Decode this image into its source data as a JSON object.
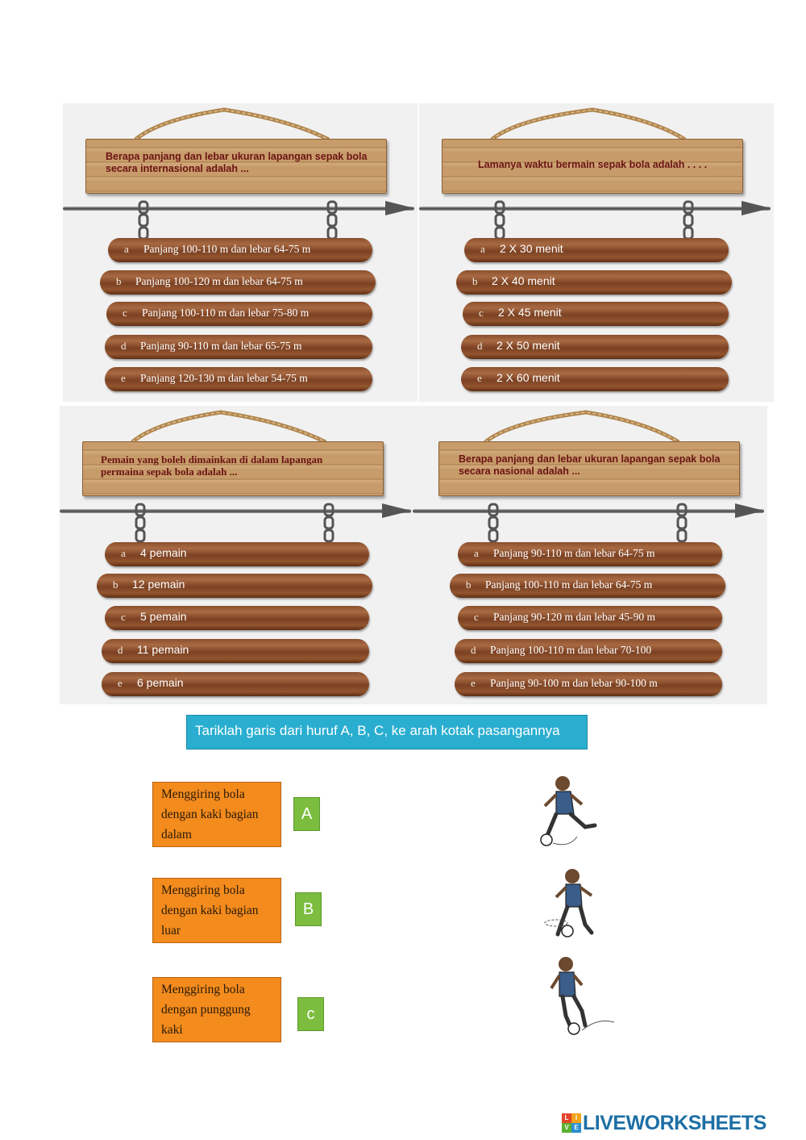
{
  "quizzes": [
    {
      "question": "Berapa panjang dan lebar ukuran lapangan sepak bola secara internasional adalah ...",
      "options": [
        {
          "letter": "a",
          "text": "Panjang 100-110 m dan lebar 64-75 m"
        },
        {
          "letter": "b",
          "text": "Panjang 100-120 m dan lebar 64-75 m"
        },
        {
          "letter": "c",
          "text": "Panjang 100-110 m dan lebar 75-80 m"
        },
        {
          "letter": "d",
          "text": "Panjang 90-110 m dan lebar 65-75 m"
        },
        {
          "letter": "e",
          "text": "Panjang 120-130 m dan lebar 54-75 m"
        }
      ]
    },
    {
      "question": "Lamanya waktu bermain sepak bola adalah . . . .",
      "options": [
        {
          "letter": "a",
          "text": "2 X 30 menit"
        },
        {
          "letter": "b",
          "text": "2 X 40 menit"
        },
        {
          "letter": "c",
          "text": "2 X 45 menit"
        },
        {
          "letter": "d",
          "text": "2 X 50 menit"
        },
        {
          "letter": "e",
          "text": "2 X 60 menit"
        }
      ]
    },
    {
      "question": "Pemain yang boleh dimainkan di dalam lapangan permaina sepak bola adalah ...",
      "options": [
        {
          "letter": "a",
          "text": "4 pemain"
        },
        {
          "letter": "b",
          "text": "12 pemain"
        },
        {
          "letter": "c",
          "text": "5 pemain"
        },
        {
          "letter": "d",
          "text": "11 pemain"
        },
        {
          "letter": "e",
          "text": "6 pemain"
        }
      ]
    },
    {
      "question": "Berapa panjang dan lebar ukuran lapangan sepak bola secara nasional adalah ...",
      "options": [
        {
          "letter": "a",
          "text": "Panjang 90-110 m dan lebar 64-75 m"
        },
        {
          "letter": "b",
          "text": "Panjang 100-110 m dan lebar 64-75 m"
        },
        {
          "letter": "c",
          "text": "Panjang 90-120 m dan lebar 45-90 m"
        },
        {
          "letter": "d",
          "text": "Panjang 100-110 m dan lebar 70-100"
        },
        {
          "letter": "e",
          "text": "Panjang 90-100 m dan lebar 90-100 m"
        }
      ]
    }
  ],
  "instruction": "Tariklah garis dari huruf A, B, C, ke arah kotak pasangannya",
  "matching": [
    {
      "text": "Menggiring bola dengan kaki bagian dalam",
      "letter": "A"
    },
    {
      "text": "Menggiring bola dengan kaki bagian luar",
      "letter": "B"
    },
    {
      "text": "Menggiring bola dengan punggung kaki",
      "letter": "c"
    }
  ],
  "images": [
    "dribbling-player-image-1",
    "dribbling-player-image-2",
    "dribbling-player-image-3"
  ],
  "brand": {
    "logo_letters": [
      "L",
      "I",
      "V",
      "E"
    ],
    "name": "LIVEWORKSHEETS"
  },
  "colors": {
    "instruction_bg": "#2aaed0",
    "match_box": "#f38b1d",
    "letter_box": "#7cbd3f",
    "title_text": "#6a1414",
    "brand": "#1d6fa5"
  }
}
